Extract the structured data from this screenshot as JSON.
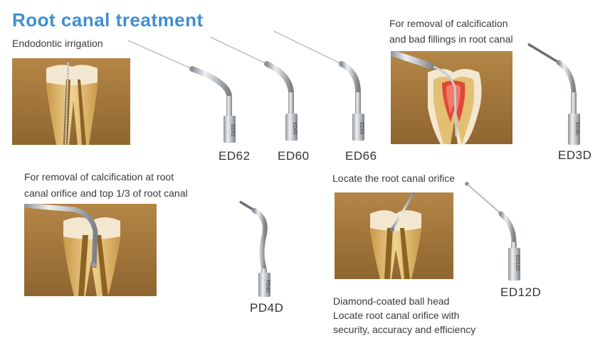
{
  "page": {
    "title": "Root canal treatment"
  },
  "sections": {
    "irrigation": {
      "caption": "Endodontic irrigation"
    },
    "calcification_fillings": {
      "caption_line1": "For removal of calcification",
      "caption_line2": "and bad fillings in root canal"
    },
    "orifice_top": {
      "caption_line1": "For removal of calcification at root",
      "caption_line2": "canal orifice and top 1/3 of root canal"
    },
    "locate_orifice": {
      "caption": "Locate the root canal orifice",
      "note_line1": "Diamond-coated ball head",
      "note_line2": "Locate root canal orifice with",
      "note_line3": "security, accuracy and efficiency"
    }
  },
  "tips": [
    {
      "code": "ED62",
      "engraving": "ED62"
    },
    {
      "code": "ED60",
      "engraving": "ED60"
    },
    {
      "code": "ED66",
      "engraving": "ED66"
    },
    {
      "code": "ED3D",
      "engraving": "ED3D"
    },
    {
      "code": "PD4D",
      "engraving": "PD4D"
    },
    {
      "code": "ED12D",
      "engraving": "ED12D"
    }
  ],
  "colors": {
    "title": "#3f8fd0",
    "panel_background": "#a87a3c",
    "tooth_enamel": "#f3e7cf",
    "tooth_dentin": "#e2bf72",
    "pulp_canal": "#8c6322",
    "inflamed_pulp": "#e0483a",
    "steel": "#c9ccd0"
  }
}
